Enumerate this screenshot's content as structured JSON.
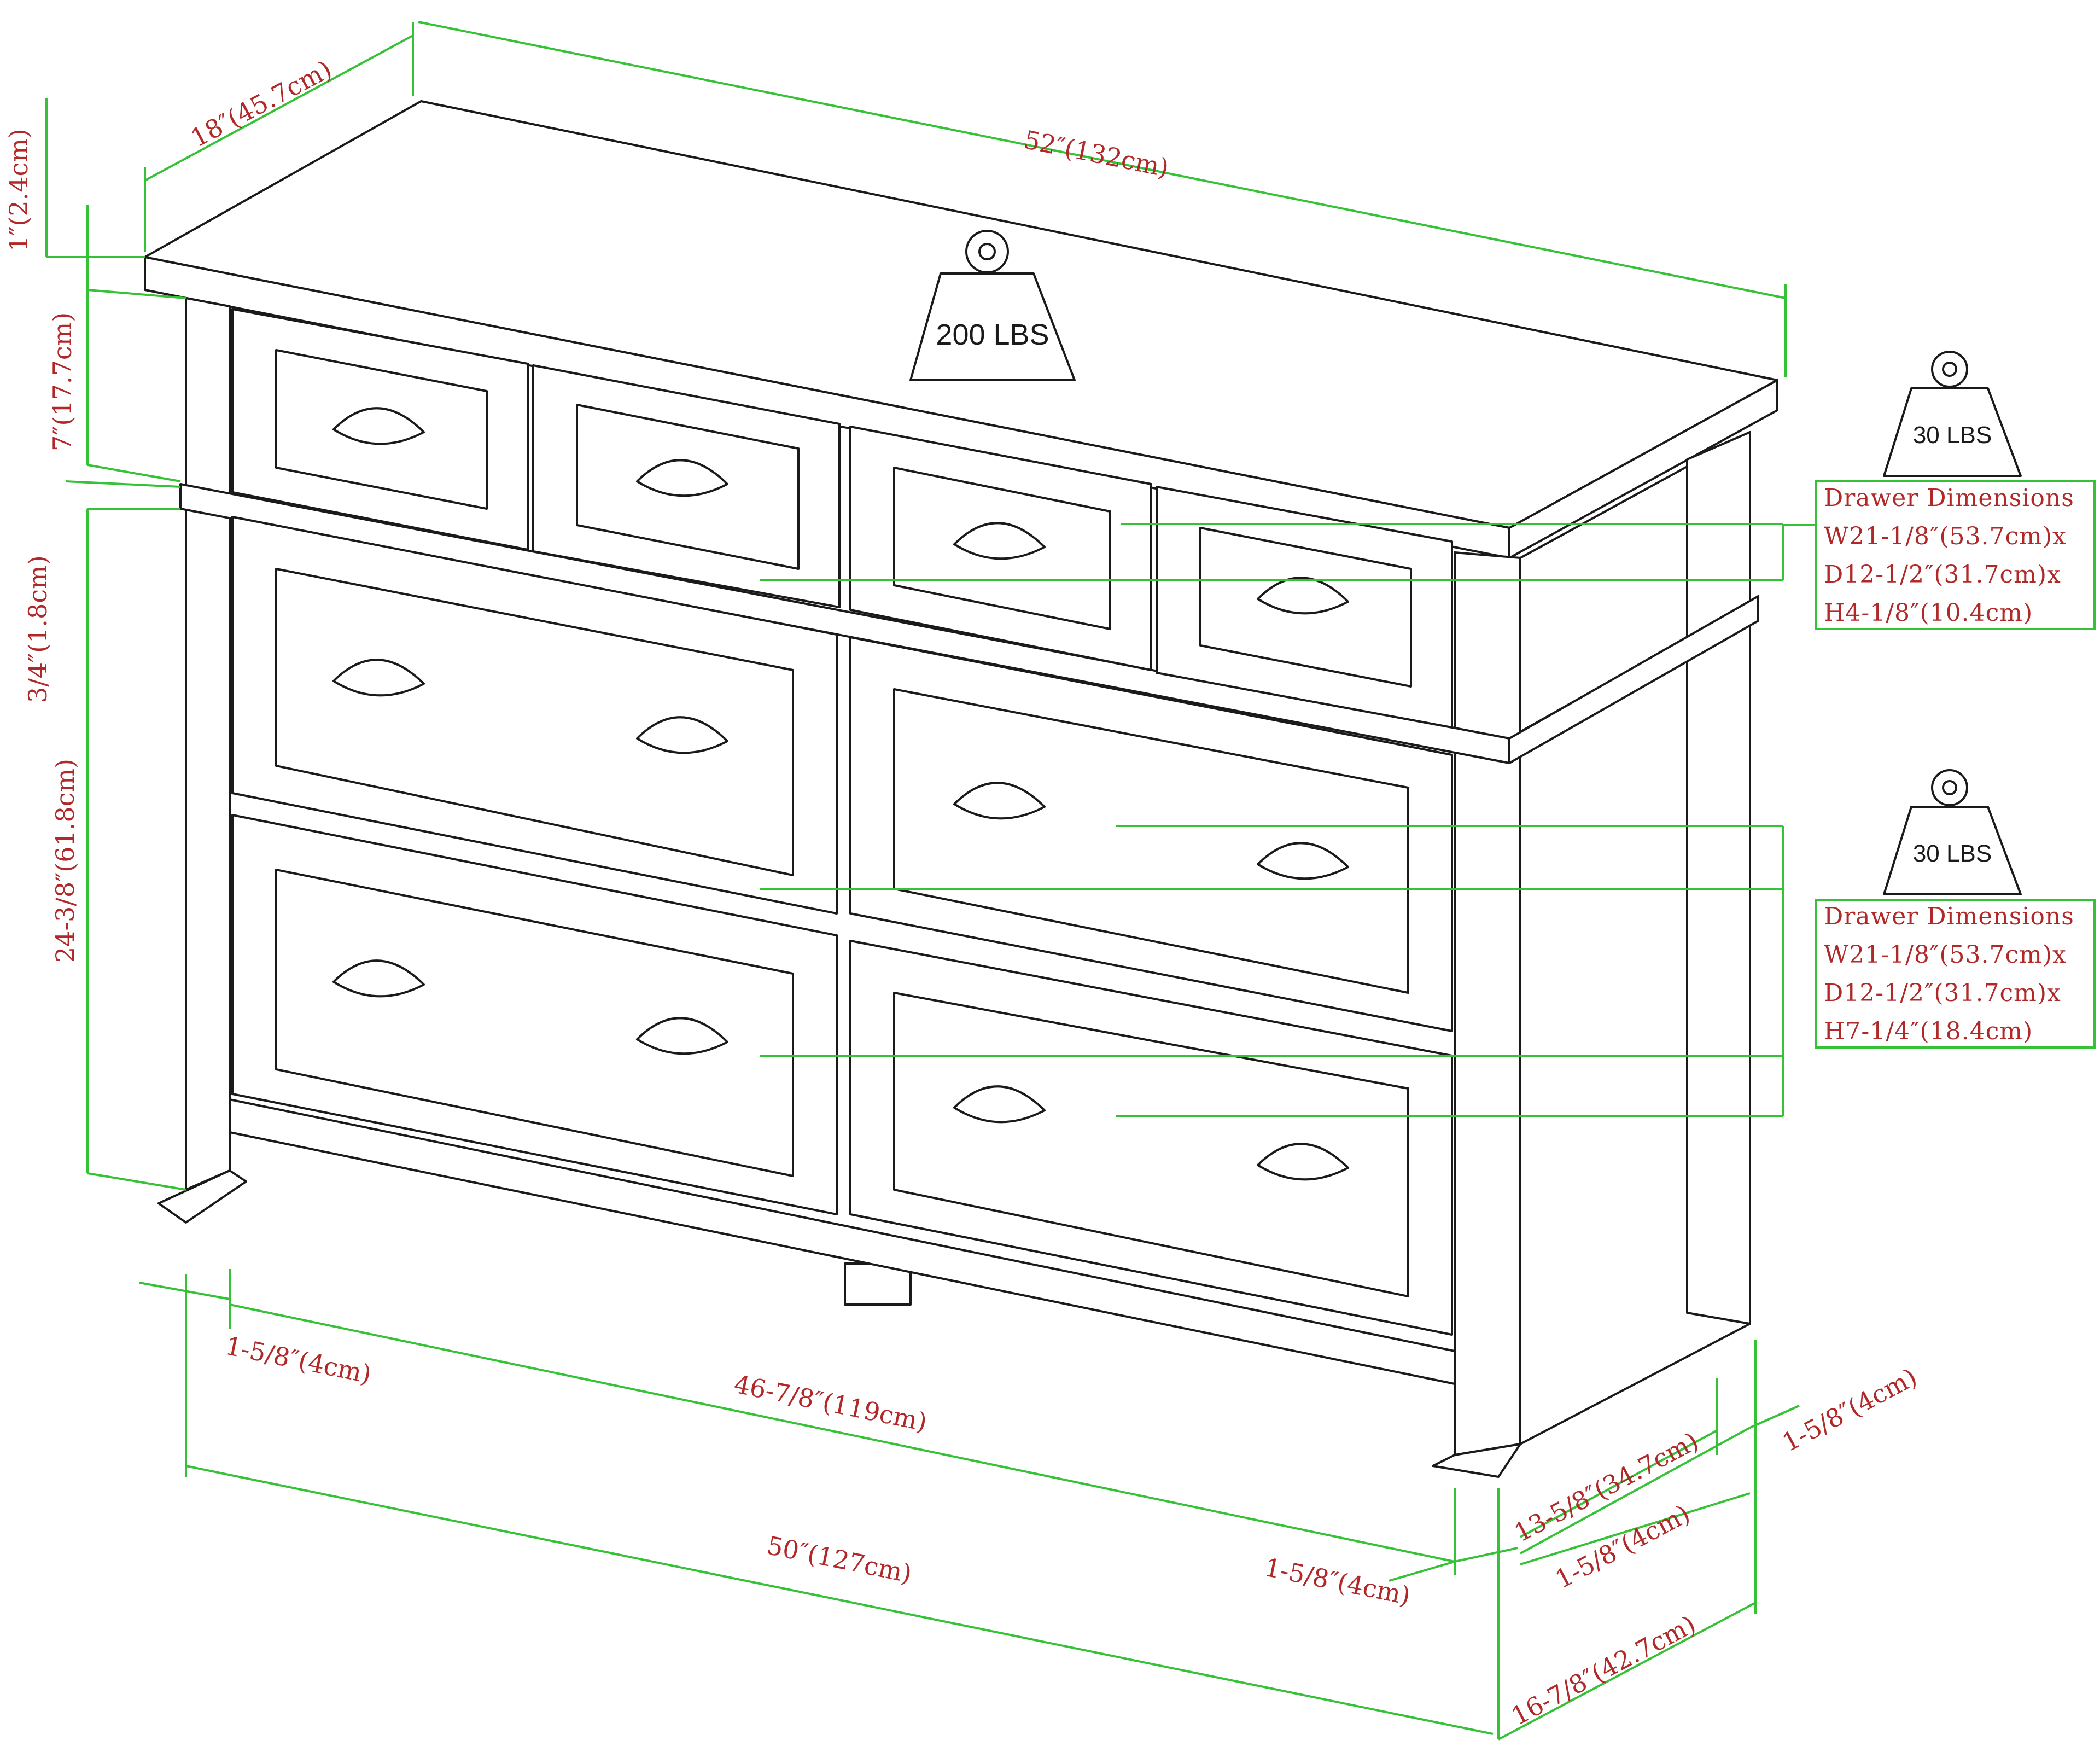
{
  "dimensions": {
    "depth_top": "18″(45.7cm)",
    "width_top": "52″(132cm)",
    "top_thickness": "1″(2.4cm)",
    "top_drawer_height": "7″(17.7cm)",
    "divider_thickness": "3/4″(1.8cm)",
    "lower_height": "24-3/8″(61.8cm)",
    "left_leg_offset": "1-5/8″(4cm)",
    "inner_width": "46-7/8″(119cm)",
    "overall_width": "50″(127cm)",
    "right_leg_front": "1-5/8″(4cm)",
    "side_leg_offset_a": "1-5/8″(4cm)",
    "side_leg_offset_b": "1-5/8″(4cm)",
    "inner_depth": "13-5/8″(34.7cm)",
    "overall_depth": "16-7/8″(42.7cm)"
  },
  "weights": {
    "top_load": "200 LBS",
    "small_drawer_load": "30 LBS",
    "large_drawer_load": "30 LBS"
  },
  "small_drawer_box": {
    "title": "Drawer Dimensions",
    "width": "W21-1/8″(53.7cm)x",
    "depth": "D12-1/2″(31.7cm)x",
    "height": "H4-1/8″(10.4cm)"
  },
  "large_drawer_box": {
    "title": "Drawer Dimensions",
    "width": "W21-1/8″(53.7cm)x",
    "depth": "D12-1/2″(31.7cm)x",
    "height": "H7-1/4″(18.4cm)"
  },
  "colors": {
    "line_art": "#1a1a1a",
    "dimension_line": "#36c236",
    "dimension_text": "#b02828"
  }
}
